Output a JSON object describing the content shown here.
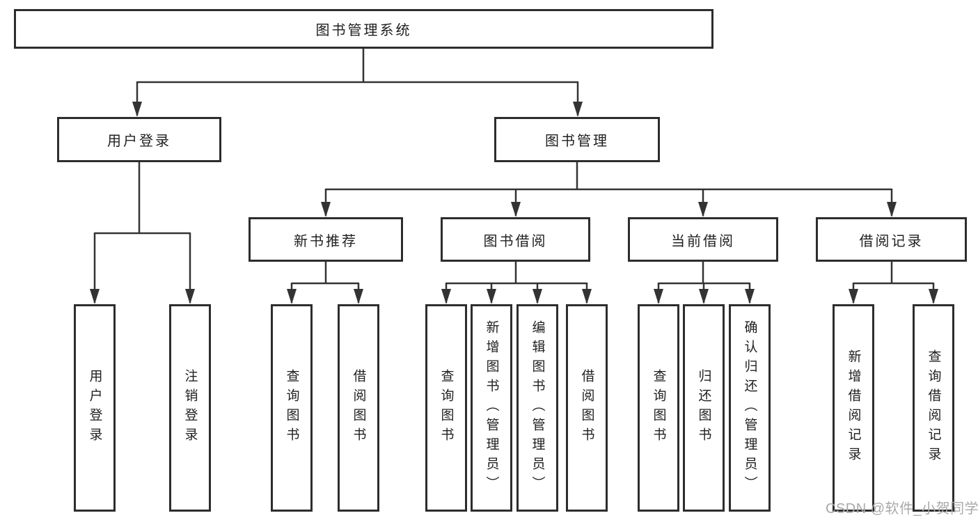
{
  "diagram": {
    "root": {
      "label": "图书管理系统"
    },
    "level2": {
      "user_login": {
        "label": "用户登录"
      },
      "book_management": {
        "label": "图书管理"
      }
    },
    "level3": {
      "new_book_recommend": {
        "label": "新书推荐"
      },
      "book_borrowing": {
        "label": "图书借阅"
      },
      "current_borrowing": {
        "label": "当前借阅"
      },
      "borrowing_records": {
        "label": "借阅记录"
      }
    },
    "leaves": {
      "user_login": {
        "label": "用户登录"
      },
      "logout_login": {
        "label": "注销登录"
      },
      "query_books_1": {
        "label": "查询图书"
      },
      "borrow_books_1": {
        "label": "借阅图书"
      },
      "query_books_2": {
        "label": "查询图书"
      },
      "add_books_admin": {
        "label": "新增图书（管理员）"
      },
      "edit_books_admin": {
        "label": "编辑图书（管理员）"
      },
      "borrow_books_2": {
        "label": "借阅图书"
      },
      "query_books_3": {
        "label": "查询图书"
      },
      "return_books": {
        "label": "归还图书"
      },
      "confirm_return_admin": {
        "label": "确认归还（管理员）"
      },
      "add_borrow_record": {
        "label": "新增借阅记录"
      },
      "query_borrow_record": {
        "label": "查询借阅记录"
      }
    }
  },
  "watermark": {
    "text": "CSDN @软件_小贺同学"
  },
  "colors": {
    "line": "#333333",
    "box_border": "#2d2d2d",
    "text": "#1f1f1f",
    "watermark": "#a9a9a9",
    "background": "#ffffff"
  }
}
